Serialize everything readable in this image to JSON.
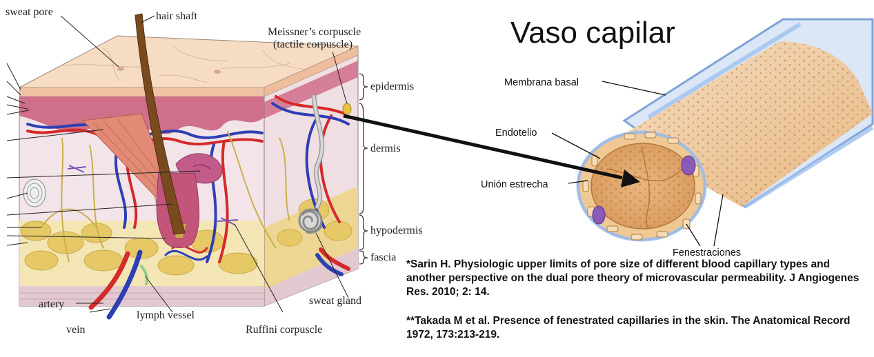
{
  "skin_labels": {
    "sweat_pore": "sweat pore",
    "hair_shaft": "hair shaft",
    "meissner_line1": "Meissner’s corpuscle",
    "meissner_line2": "(tactile corpuscle)",
    "epidermis": "epidermis",
    "dermis": "dermis",
    "hypodermis": "hypodermis",
    "fascia": "fascia",
    "artery": "artery",
    "vein": "vein",
    "lymph_vessel": "lymph vessel",
    "ruffini": "Ruffini corpuscle",
    "sweat_gland": "sweat gland"
  },
  "capillary": {
    "title": "Vaso capilar",
    "membrana_basal": "Membrana basal",
    "endotelio": "Endotelio",
    "union_estrecha": "Unión estrecha",
    "fenestraciones": "Fenestraciones"
  },
  "references": {
    "ref1": "*Sarin H. Physiologic upper limits of pore size of different blood capillary types and another perspective on the dual pore theory of microvascular permeability. J Angiogenes Res. 2010; 2: 14.",
    "ref2": "**Takada M et al. Presence of fenestrated capillaries in the skin. The Anatomical Record 1972, 173:213-219."
  },
  "colors": {
    "epidermis_top": "#f6dcc4",
    "dermis_band": "#cf6f8a",
    "dermis_body": "#f3e4ea",
    "fat": "#e9d48a",
    "artery": "#d42a2a",
    "vein": "#2d3fb4",
    "hair": "#7a4a1f",
    "capillary_wall": "#f0c893",
    "membrane": "#9fc0ee"
  }
}
